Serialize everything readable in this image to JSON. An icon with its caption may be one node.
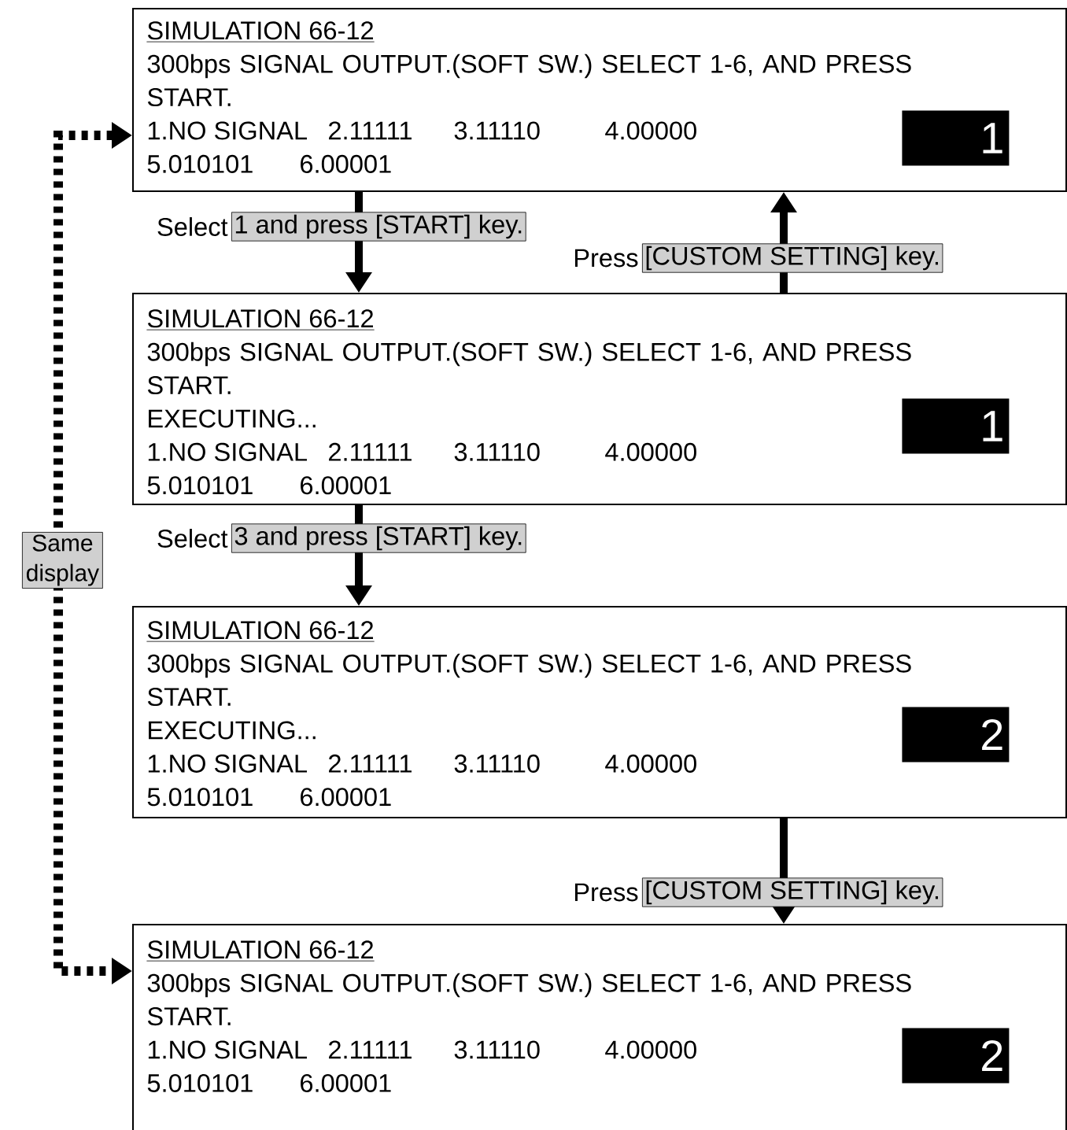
{
  "diagram": {
    "nodes": [
      {
        "text": [
          "SIMULATION 66-12",
          "300bps SIGNAL OUTPUT.(SOFT SW.) SELECT 1-6, AND PRESS START.",
          "1.NO SIGNAL",
          "2.11111",
          "3.11110",
          "4.00000",
          "5.010101",
          "6.00001"
        ]
      },
      {
        "text": [
          "1"
        ],
        "in": 0
      },
      {
        "text": [
          "SIMULATION 66-12",
          "300bps SIGNAL OUTPUT.(SOFT SW.) SELECT 1-6, AND PRESS START.",
          "EXECUTING...",
          "1.NO SIGNAL",
          "2.11111",
          "3.11110",
          "4.00000",
          "5.010101",
          "6.00001"
        ]
      },
      {
        "text": [
          "1"
        ],
        "in": 2
      },
      {
        "text": [
          "SIMULATION 66-12",
          "300bps SIGNAL OUTPUT.(SOFT SW.) SELECT 1-6, AND PRESS START.",
          "EXECUTING...",
          "1.NO SIGNAL",
          "2.11111",
          "3.11110",
          "4.00000",
          "5.010101",
          "6.00001"
        ]
      },
      {
        "text": [
          "2"
        ],
        "in": 4
      },
      {
        "text": [
          "SIMULATION 66-12",
          "300bps SIGNAL OUTPUT.(SOFT SW.) SELECT 1-6, AND PRESS START.",
          "1.NO SIGNAL",
          "2.11111",
          "3.11110",
          "4.00000",
          "5.010101",
          "6.00001"
        ]
      },
      {
        "text": [
          "2"
        ],
        "in": 6
      }
    ],
    "edges": [
      {
        "from": 0,
        "to": 2,
        "arrow": "to",
        "label": "1 and press [START] key."
      },
      {
        "from": 2,
        "to": 0,
        "arrow": "to",
        "label": "[CUSTOM SETTING] key."
      },
      {
        "from": 2,
        "to": 4,
        "arrow": "to",
        "label": "3 and press [START] key."
      },
      {
        "from": 4,
        "to": 6,
        "arrow": "to",
        "label": "[CUSTOM SETTING] key."
      },
      {
        "from": 0,
        "to": 6,
        "arrow": "both",
        "label": "Same display",
        "style": "dashed"
      }
    ],
    "labels": [
      "Select",
      "Press",
      "Select",
      "Press"
    ]
  }
}
